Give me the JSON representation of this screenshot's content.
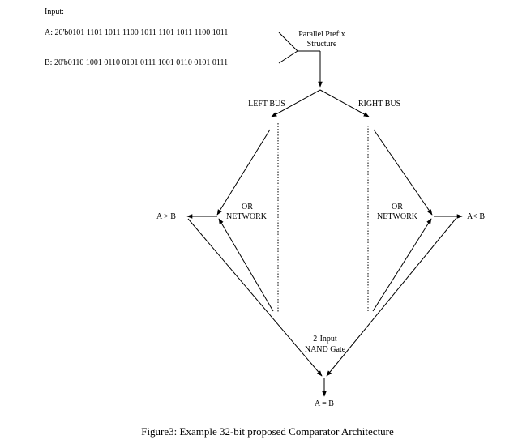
{
  "input_label": "Input:",
  "input_a": "A: 20'b0101 1101 1011 1100 1011 1101 1011 1100 1011",
  "input_b": "B: 20'b0110 1001 0110 0101 0111 1001 0110 0101 0111",
  "prefix_line1": "Parallel Prefix",
  "prefix_line2": "Structure",
  "left_bus": "LEFT BUS",
  "right_bus": "RIGHT BUS",
  "left_or_line1": "OR",
  "left_or_line2": "NETWORK",
  "right_or_line1": "OR",
  "right_or_line2": "NETWORK",
  "greater": "A > B",
  "less": "A< B",
  "nand_line1": "2-Input",
  "nand_line2": "NAND Gate",
  "equal": "A = B",
  "caption": "Figure3: Example 32-bit proposed Comparator Architecture"
}
